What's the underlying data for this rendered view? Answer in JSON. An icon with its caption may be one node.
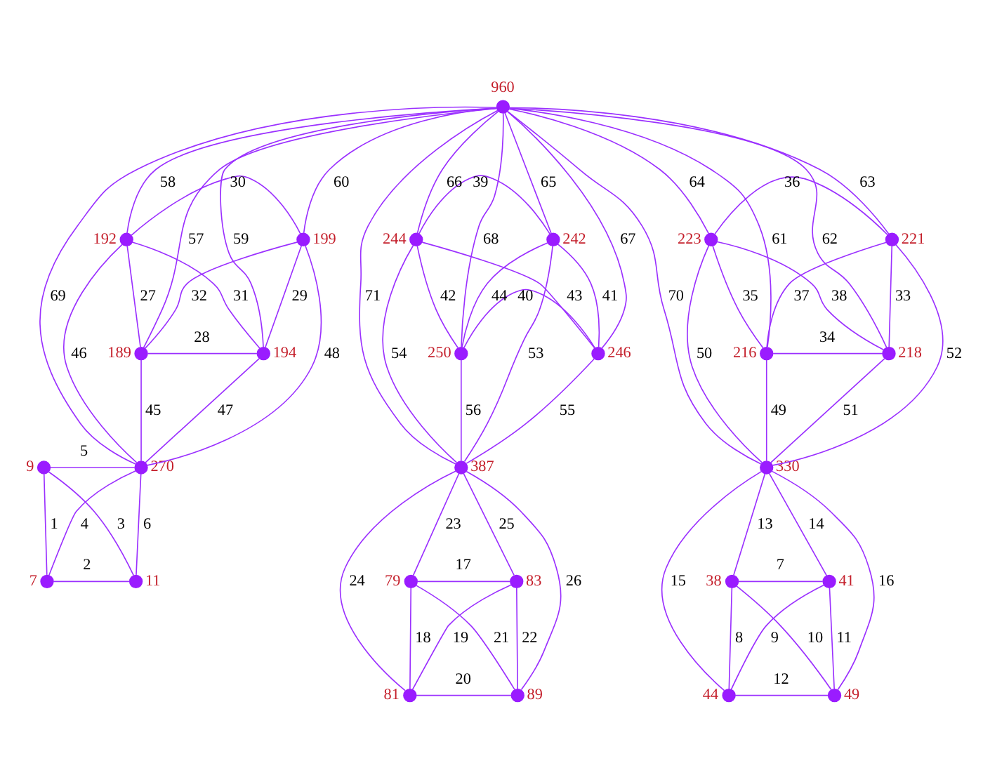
{
  "diagram": {
    "nodes": [
      {
        "text": [],
        "shape": "circle",
        "beside": [
          "192"
        ]
      },
      {
        "text": [],
        "shape": "circle",
        "beside": [
          "244"
        ]
      },
      {
        "text": [],
        "shape": "circle",
        "beside": [
          "960"
        ]
      },
      {
        "text": [],
        "shape": "circle",
        "beside": [
          "250"
        ]
      },
      {
        "text": [],
        "shape": "circle",
        "beside": [
          "199"
        ]
      },
      {
        "text": [],
        "shape": "circle",
        "beside": [
          "242"
        ]
      },
      {
        "text": [],
        "shape": "circle",
        "beside": [
          "189"
        ]
      },
      {
        "text": [],
        "shape": "circle",
        "beside": [
          "246"
        ]
      },
      {
        "text": [],
        "shape": "circle",
        "beside": [
          "223"
        ]
      },
      {
        "text": [],
        "shape": "circle",
        "beside": [
          "221"
        ]
      },
      {
        "text": [],
        "shape": "circle",
        "beside": [
          "194"
        ]
      },
      {
        "text": [],
        "shape": "circle",
        "beside": [
          "216"
        ]
      },
      {
        "text": [],
        "shape": "circle",
        "beside": [
          "218"
        ]
      },
      {
        "text": [],
        "shape": "circle",
        "beside": [
          "9"
        ]
      },
      {
        "text": [],
        "shape": "circle",
        "beside": [
          "270"
        ]
      },
      {
        "text": [],
        "shape": "circle",
        "beside": [
          "330"
        ]
      },
      {
        "text": [],
        "shape": "circle",
        "beside": [
          "387"
        ]
      },
      {
        "text": [],
        "shape": "circle",
        "beside": [
          "83"
        ]
      },
      {
        "text": [],
        "shape": "circle",
        "beside": [
          "41"
        ]
      },
      {
        "text": [],
        "shape": "circle",
        "beside": [
          "79"
        ]
      },
      {
        "text": [],
        "shape": "circle",
        "beside": [
          "38"
        ]
      },
      {
        "text": [],
        "shape": "circle",
        "beside": [
          "81"
        ]
      },
      {
        "text": [],
        "shape": "circle",
        "beside": [
          "44"
        ]
      },
      {
        "text": [],
        "shape": "circle",
        "beside": [
          "7"
        ]
      },
      {
        "text": [],
        "shape": "circle",
        "beside": [
          "11"
        ]
      },
      {
        "text": [],
        "shape": "circle",
        "beside": [
          "49"
        ]
      },
      {
        "text": [],
        "shape": "circle",
        "beside": [
          "89"
        ]
      }
    ],
    "edges": [
      {
        "from": 13,
        "to": 23,
        "arrow": "none",
        "label": "1"
      },
      {
        "from": 23,
        "to": 24,
        "arrow": "none",
        "label": "2"
      },
      {
        "from": 13,
        "to": 24,
        "arrow": "none",
        "label": "3"
      },
      {
        "from": 14,
        "to": 23,
        "arrow": "none",
        "label": "4"
      },
      {
        "from": 13,
        "to": 14,
        "arrow": "none",
        "label": "5"
      },
      {
        "from": 14,
        "to": 24,
        "arrow": "none",
        "label": "6"
      },
      {
        "from": 20,
        "to": 18,
        "arrow": "none",
        "label": "7"
      },
      {
        "from": 20,
        "to": 22,
        "arrow": "none",
        "label": "8"
      },
      {
        "from": 18,
        "to": 22,
        "arrow": "none",
        "label": "9"
      },
      {
        "from": 20,
        "to": 25,
        "arrow": "none",
        "label": "10"
      },
      {
        "from": 18,
        "to": 25,
        "arrow": "none",
        "label": "11"
      },
      {
        "from": 22,
        "to": 25,
        "arrow": "none",
        "label": "12"
      },
      {
        "from": 15,
        "to": 20,
        "arrow": "none",
        "label": "13"
      },
      {
        "from": 15,
        "to": 18,
        "arrow": "none",
        "label": "14"
      },
      {
        "from": 15,
        "to": 22,
        "arrow": "none",
        "label": "15"
      },
      {
        "from": 15,
        "to": 25,
        "arrow": "none",
        "label": "16"
      },
      {
        "from": 19,
        "to": 17,
        "arrow": "none",
        "label": "17"
      },
      {
        "from": 19,
        "to": 21,
        "arrow": "none",
        "label": "18"
      },
      {
        "from": 17,
        "to": 21,
        "arrow": "none",
        "label": "19"
      },
      {
        "from": 21,
        "to": 26,
        "arrow": "none",
        "label": "20"
      },
      {
        "from": 19,
        "to": 26,
        "arrow": "none",
        "label": "21"
      },
      {
        "from": 17,
        "to": 26,
        "arrow": "none",
        "label": "22"
      },
      {
        "from": 16,
        "to": 19,
        "arrow": "none",
        "label": "23"
      },
      {
        "from": 16,
        "to": 21,
        "arrow": "none",
        "label": "24"
      },
      {
        "from": 16,
        "to": 17,
        "arrow": "none",
        "label": "25"
      },
      {
        "from": 16,
        "to": 26,
        "arrow": "none",
        "label": "26"
      },
      {
        "from": 0,
        "to": 6,
        "arrow": "none",
        "label": "27"
      },
      {
        "from": 6,
        "to": 10,
        "arrow": "none",
        "label": "28"
      },
      {
        "from": 4,
        "to": 10,
        "arrow": "none",
        "label": "29"
      },
      {
        "from": 0,
        "to": 4,
        "arrow": "none",
        "label": "30"
      },
      {
        "from": 0,
        "to": 10,
        "arrow": "none",
        "label": "31"
      },
      {
        "from": 4,
        "to": 6,
        "arrow": "none",
        "label": "32"
      },
      {
        "from": 9,
        "to": 12,
        "arrow": "none",
        "label": "33"
      },
      {
        "from": 11,
        "to": 12,
        "arrow": "none",
        "label": "34"
      },
      {
        "from": 8,
        "to": 11,
        "arrow": "none",
        "label": "35"
      },
      {
        "from": 8,
        "to": 9,
        "arrow": "none",
        "label": "36"
      },
      {
        "from": 9,
        "to": 11,
        "arrow": "none",
        "label": "37"
      },
      {
        "from": 8,
        "to": 12,
        "arrow": "none",
        "label": "38"
      },
      {
        "from": 1,
        "to": 5,
        "arrow": "none",
        "label": "39"
      },
      {
        "from": 3,
        "to": 7,
        "arrow": "none",
        "label": "40"
      },
      {
        "from": 5,
        "to": 7,
        "arrow": "none",
        "label": "41"
      },
      {
        "from": 1,
        "to": 3,
        "arrow": "none",
        "label": "42"
      },
      {
        "from": 1,
        "to": 7,
        "arrow": "none",
        "label": "43"
      },
      {
        "from": 5,
        "to": 3,
        "arrow": "none",
        "label": "44"
      },
      {
        "from": 6,
        "to": 14,
        "arrow": "none",
        "label": "45"
      },
      {
        "from": 0,
        "to": 14,
        "arrow": "none",
        "label": "46"
      },
      {
        "from": 10,
        "to": 14,
        "arrow": "none",
        "label": "47"
      },
      {
        "from": 4,
        "to": 14,
        "arrow": "none",
        "label": "48"
      },
      {
        "from": 11,
        "to": 15,
        "arrow": "none",
        "label": "49"
      },
      {
        "from": 8,
        "to": 15,
        "arrow": "none",
        "label": "50"
      },
      {
        "from": 12,
        "to": 15,
        "arrow": "none",
        "label": "51"
      },
      {
        "from": 9,
        "to": 15,
        "arrow": "none",
        "label": "52"
      },
      {
        "from": 5,
        "to": 16,
        "arrow": "none",
        "label": "53"
      },
      {
        "from": 1,
        "to": 16,
        "arrow": "none",
        "label": "54"
      },
      {
        "from": 7,
        "to": 16,
        "arrow": "none",
        "label": "55"
      },
      {
        "from": 3,
        "to": 16,
        "arrow": "none",
        "label": "56"
      },
      {
        "from": 2,
        "to": 6,
        "arrow": "none",
        "label": "57"
      },
      {
        "from": 2,
        "to": 0,
        "arrow": "none",
        "label": "58"
      },
      {
        "from": 2,
        "to": 10,
        "arrow": "none",
        "label": "59"
      },
      {
        "from": 2,
        "to": 4,
        "arrow": "none",
        "label": "60"
      },
      {
        "from": 2,
        "to": 11,
        "arrow": "none",
        "label": "61"
      },
      {
        "from": 2,
        "to": 12,
        "arrow": "none",
        "label": "62"
      },
      {
        "from": 2,
        "to": 9,
        "arrow": "none",
        "label": "63"
      },
      {
        "from": 2,
        "to": 8,
        "arrow": "none",
        "label": "64"
      },
      {
        "from": 2,
        "to": 5,
        "arrow": "none",
        "label": "65"
      },
      {
        "from": 2,
        "to": 1,
        "arrow": "none",
        "label": "66"
      },
      {
        "from": 2,
        "to": 7,
        "arrow": "none",
        "label": "67"
      },
      {
        "from": 2,
        "to": 3,
        "arrow": "none",
        "label": "68"
      },
      {
        "from": 2,
        "to": 14,
        "arrow": "none",
        "label": "69"
      },
      {
        "from": 2,
        "to": 15,
        "arrow": "none",
        "label": "70"
      },
      {
        "from": 2,
        "to": 16,
        "arrow": "none",
        "label": "71"
      }
    ]
  }
}
